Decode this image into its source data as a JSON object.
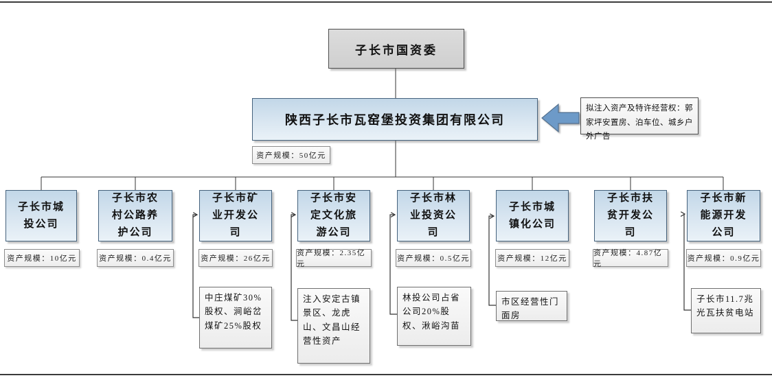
{
  "root": {
    "name": "子长市国资委"
  },
  "group": {
    "name": "陕西子长市瓦窑堡投资集团有限公司",
    "asset": "资产规模：50亿元"
  },
  "injection_note": {
    "text": "拟注入资产及特许经营权：郭家坪安置房、泊车位、城乡户外广告"
  },
  "colors": {
    "node_fill": "#cfe0ee",
    "root_fill": "#d6d6d6",
    "arrow_fill": "#6d9ac8",
    "line": "#333333"
  },
  "children": [
    {
      "name": "子长市城投公司",
      "asset": "资产规模：10亿元"
    },
    {
      "name": "子长市农村公路养护公司",
      "asset": "资产规模：0.4亿元"
    },
    {
      "name": "子长市矿业开发公司",
      "asset": "资产规模：26亿元",
      "note": "中庄煤矿30%股权、涧峪岔煤矿25%股权"
    },
    {
      "name": "子长市安定文化旅游公司",
      "asset": "资产规模：2.35亿元",
      "note": "注入安定古镇景区、龙虎山、文昌山经营性资产"
    },
    {
      "name": "子长市林业投资公司",
      "asset": "资产规模：0.5亿元",
      "note": "林投公司占省公司20%股权、湫峪沟苗"
    },
    {
      "name": "子长市城镇化公司",
      "asset": "资产规模：12亿元",
      "note": "市区经营性门面房"
    },
    {
      "name": "子长市扶贫开发公司",
      "asset": "资产规模：4.87亿元"
    },
    {
      "name": "子长市新能源开发公司",
      "asset": "资产规模：0.9亿元",
      "note": "子长市11.7兆光瓦扶贫电站"
    }
  ]
}
